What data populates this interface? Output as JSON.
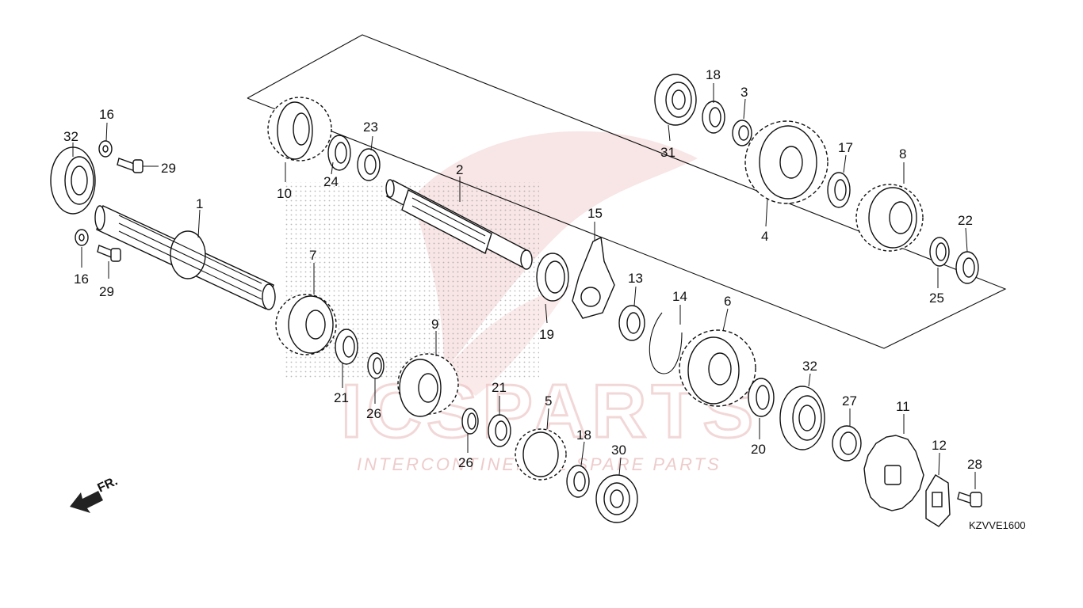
{
  "watermark": {
    "brand": "ICSPARTS",
    "tagline": "INTERCONTINENTAL SPARE PARTS",
    "color": "#e0a0a0"
  },
  "diagram_code": "KZVVE1600",
  "direction_label": "FR.",
  "callouts": {
    "c1": "1",
    "c2": "2",
    "c3": "3",
    "c4": "4",
    "c5": "5",
    "c6": "6",
    "c7": "7",
    "c8": "8",
    "c9": "9",
    "c10": "10",
    "c11": "11",
    "c12": "12",
    "c13": "13",
    "c14": "14",
    "c15": "15",
    "c16a": "16",
    "c16b": "16",
    "c17": "17",
    "c18a": "18",
    "c18b": "18",
    "c19": "19",
    "c20": "20",
    "c21a": "21",
    "c21b": "21",
    "c22": "22",
    "c23": "23",
    "c24": "24",
    "c25": "25",
    "c26a": "26",
    "c26b": "26",
    "c27": "27",
    "c28": "28",
    "c29a": "29",
    "c29b": "29",
    "c30": "30",
    "c31": "31",
    "c32a": "32",
    "c32b": "32"
  }
}
